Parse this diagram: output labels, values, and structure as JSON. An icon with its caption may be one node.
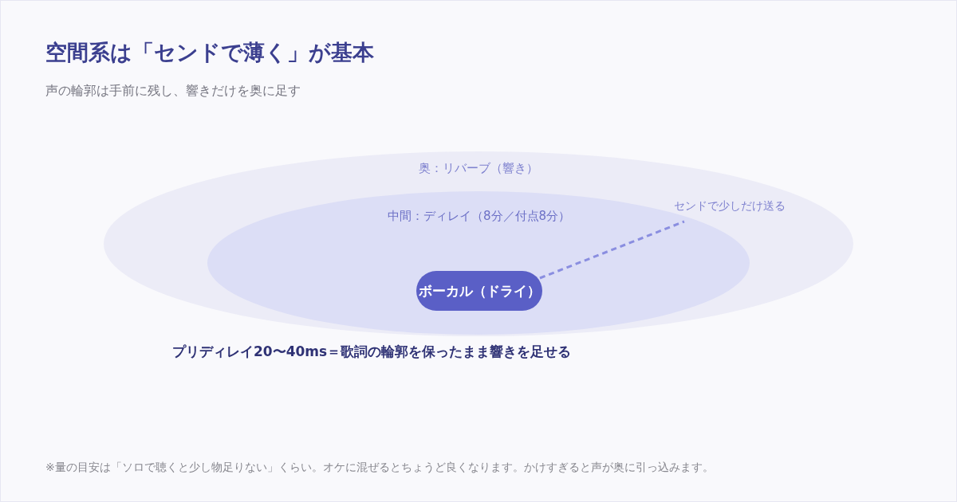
{
  "diagram": {
    "title": "空間系は「センドで薄く」が基本",
    "nodes": [
      {
        "text": [
          "奥：リバーブ（響き）"
        ]
      },
      {
        "text": [
          "中間：ディレイ（8分／付点8分）"
        ],
        "in": 0
      },
      {
        "text": [
          "ボーカル（ドライ）"
        ],
        "in": 1
      },
      {
        "text": [
          "センドで少しだけ送る"
        ],
        "in": 0
      }
    ],
    "edges": [
      {
        "from": 2,
        "to": 3,
        "arrow": "none",
        "style": "dashed"
      }
    ],
    "labels": [
      "声の輪郭は手前に残し、響きだけを奥に足す",
      "プリディレイ20〜40ms＝歌詞の輪郭を保ったまま響きを足せる",
      "※量の目安は「ソロで聴くと少し物足りない」くらい。オケに混ぜるとちょうど良くなります。かけすぎると声が奥に引っ込みます。"
    ]
  }
}
